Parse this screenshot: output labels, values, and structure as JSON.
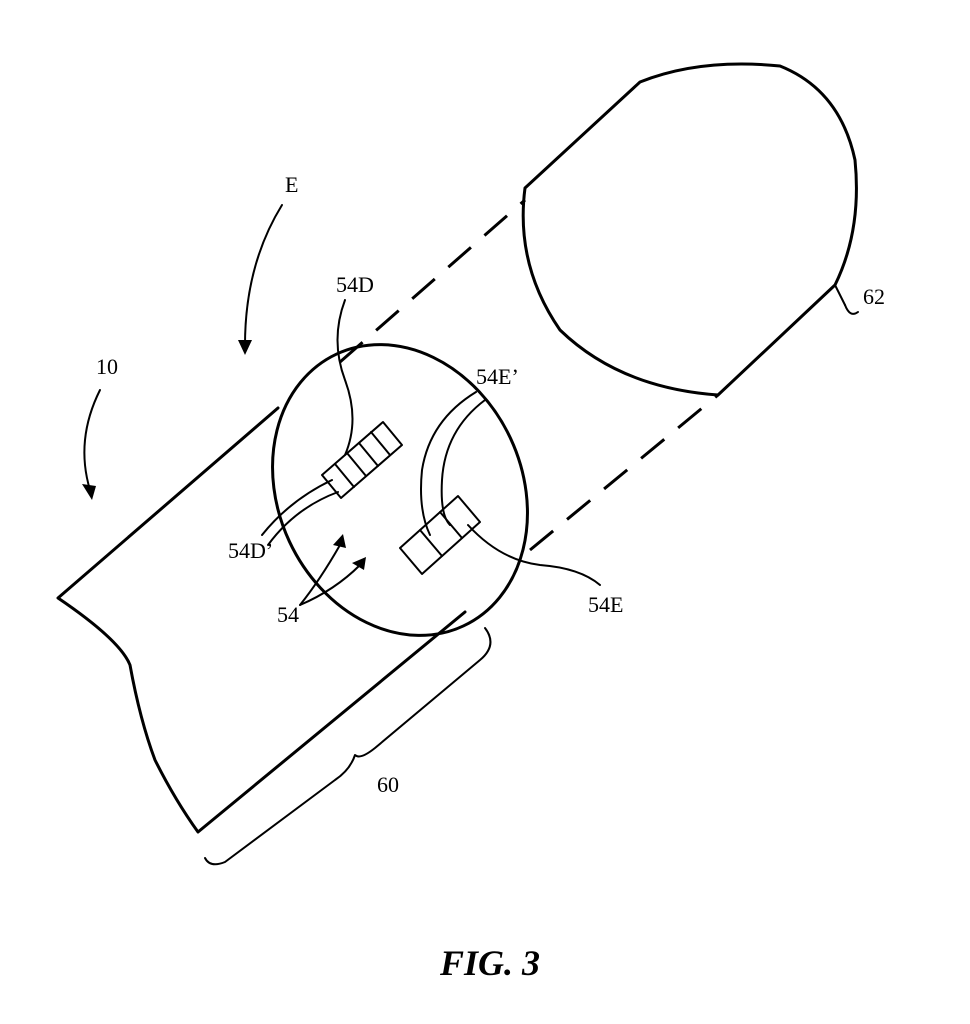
{
  "labels": {
    "e": "E",
    "ref_10": "10",
    "ref_54d": "54D",
    "ref_54d_prime": "54D’",
    "ref_54e_prime": "54E’",
    "ref_54e": "54E",
    "ref_54": "54",
    "ref_60": "60",
    "ref_62": "62"
  },
  "caption": "FIG. 3"
}
